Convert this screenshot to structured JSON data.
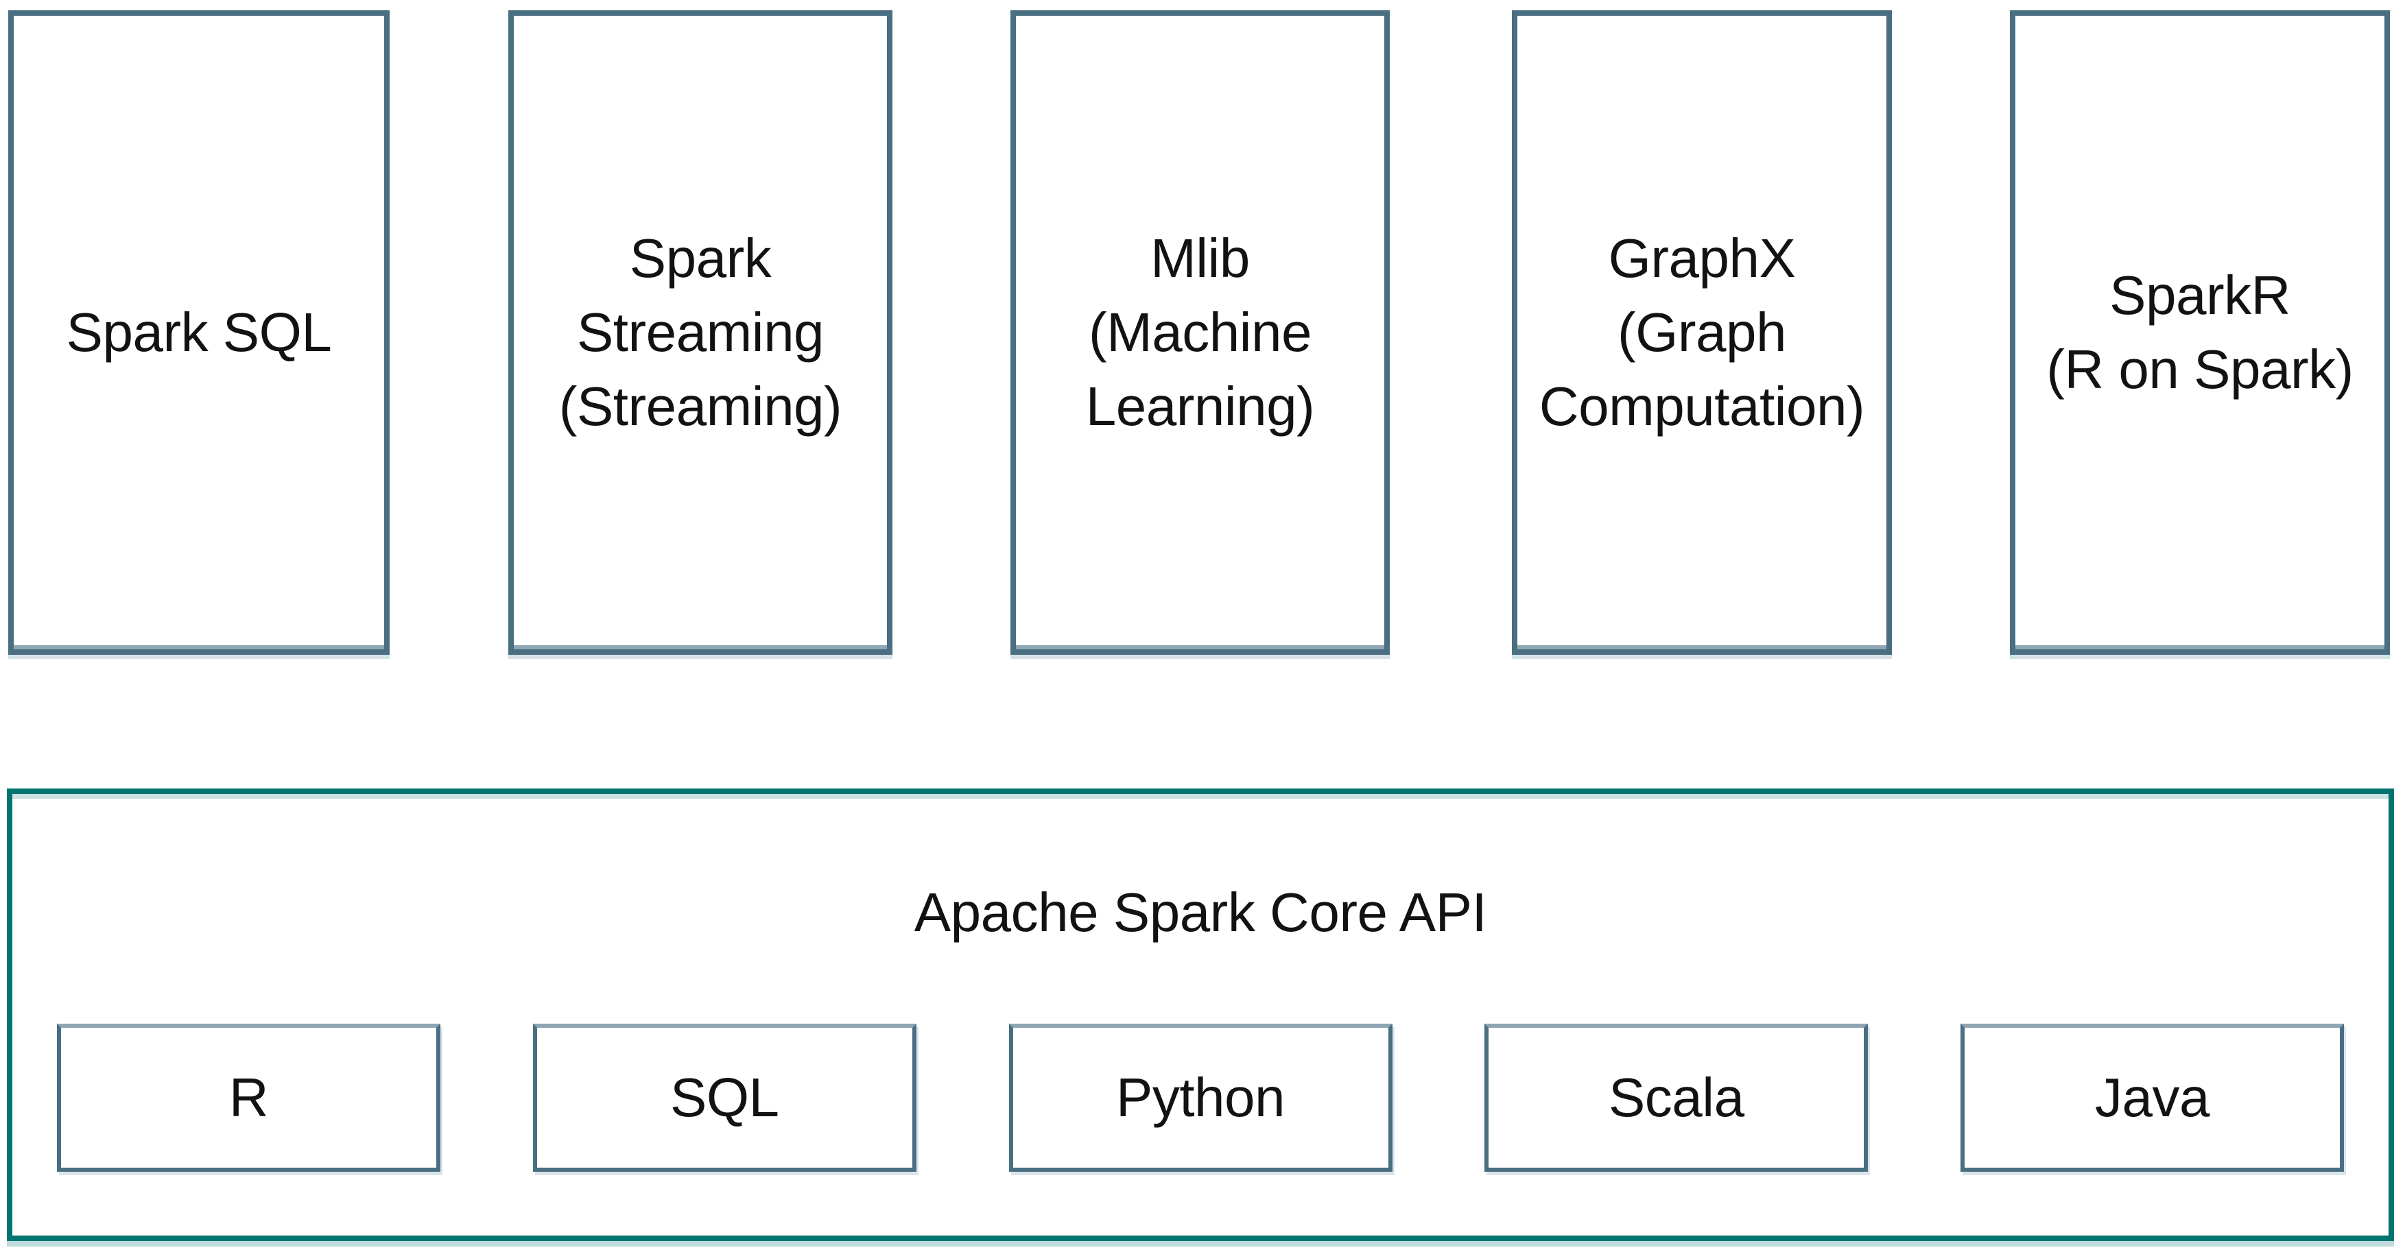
{
  "colors": {
    "component_border": "#4a6e82",
    "component_border_light": "#8fa6b2",
    "core_border": "#007471",
    "text_color": "#121212",
    "bg": "#ffffff"
  },
  "diagram": {
    "components": [
      {
        "label": "Spark SQL"
      },
      {
        "label": "Spark\nStreaming\n(Streaming)"
      },
      {
        "label": "Mlib\n(Machine\nLearning)"
      },
      {
        "label": "GraphX\n(Graph\nComputation)"
      },
      {
        "label": "SparkR\n(R on Spark)"
      }
    ],
    "core": {
      "title": "Apache Spark Core API",
      "languages": [
        {
          "label": "R"
        },
        {
          "label": "SQL"
        },
        {
          "label": "Python"
        },
        {
          "label": "Scala"
        },
        {
          "label": "Java"
        }
      ]
    }
  }
}
